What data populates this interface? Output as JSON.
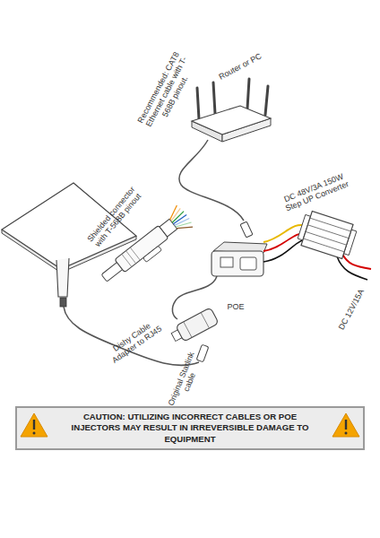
{
  "diagram": {
    "nodes": [
      {
        "text": [
          "CAUTION: UTILIZING INCORRECT CABLES OR POE INJECTORS MAY RESULT IN IRREVERSIBLE DAMAGE TO EQUIPMENT"
        ]
      }
    ],
    "labels": [
      "Recommended: CAT8 Ethernet cable with T-568B pinout.",
      "Router or PC",
      "DC 48V/3A 150W Step UP Converter",
      "Shielded connector with T-568B pinout",
      "POE",
      "DC 12V/15A",
      "Dishy Cable Adapter to RJ45",
      "Original Starlink cable"
    ]
  }
}
